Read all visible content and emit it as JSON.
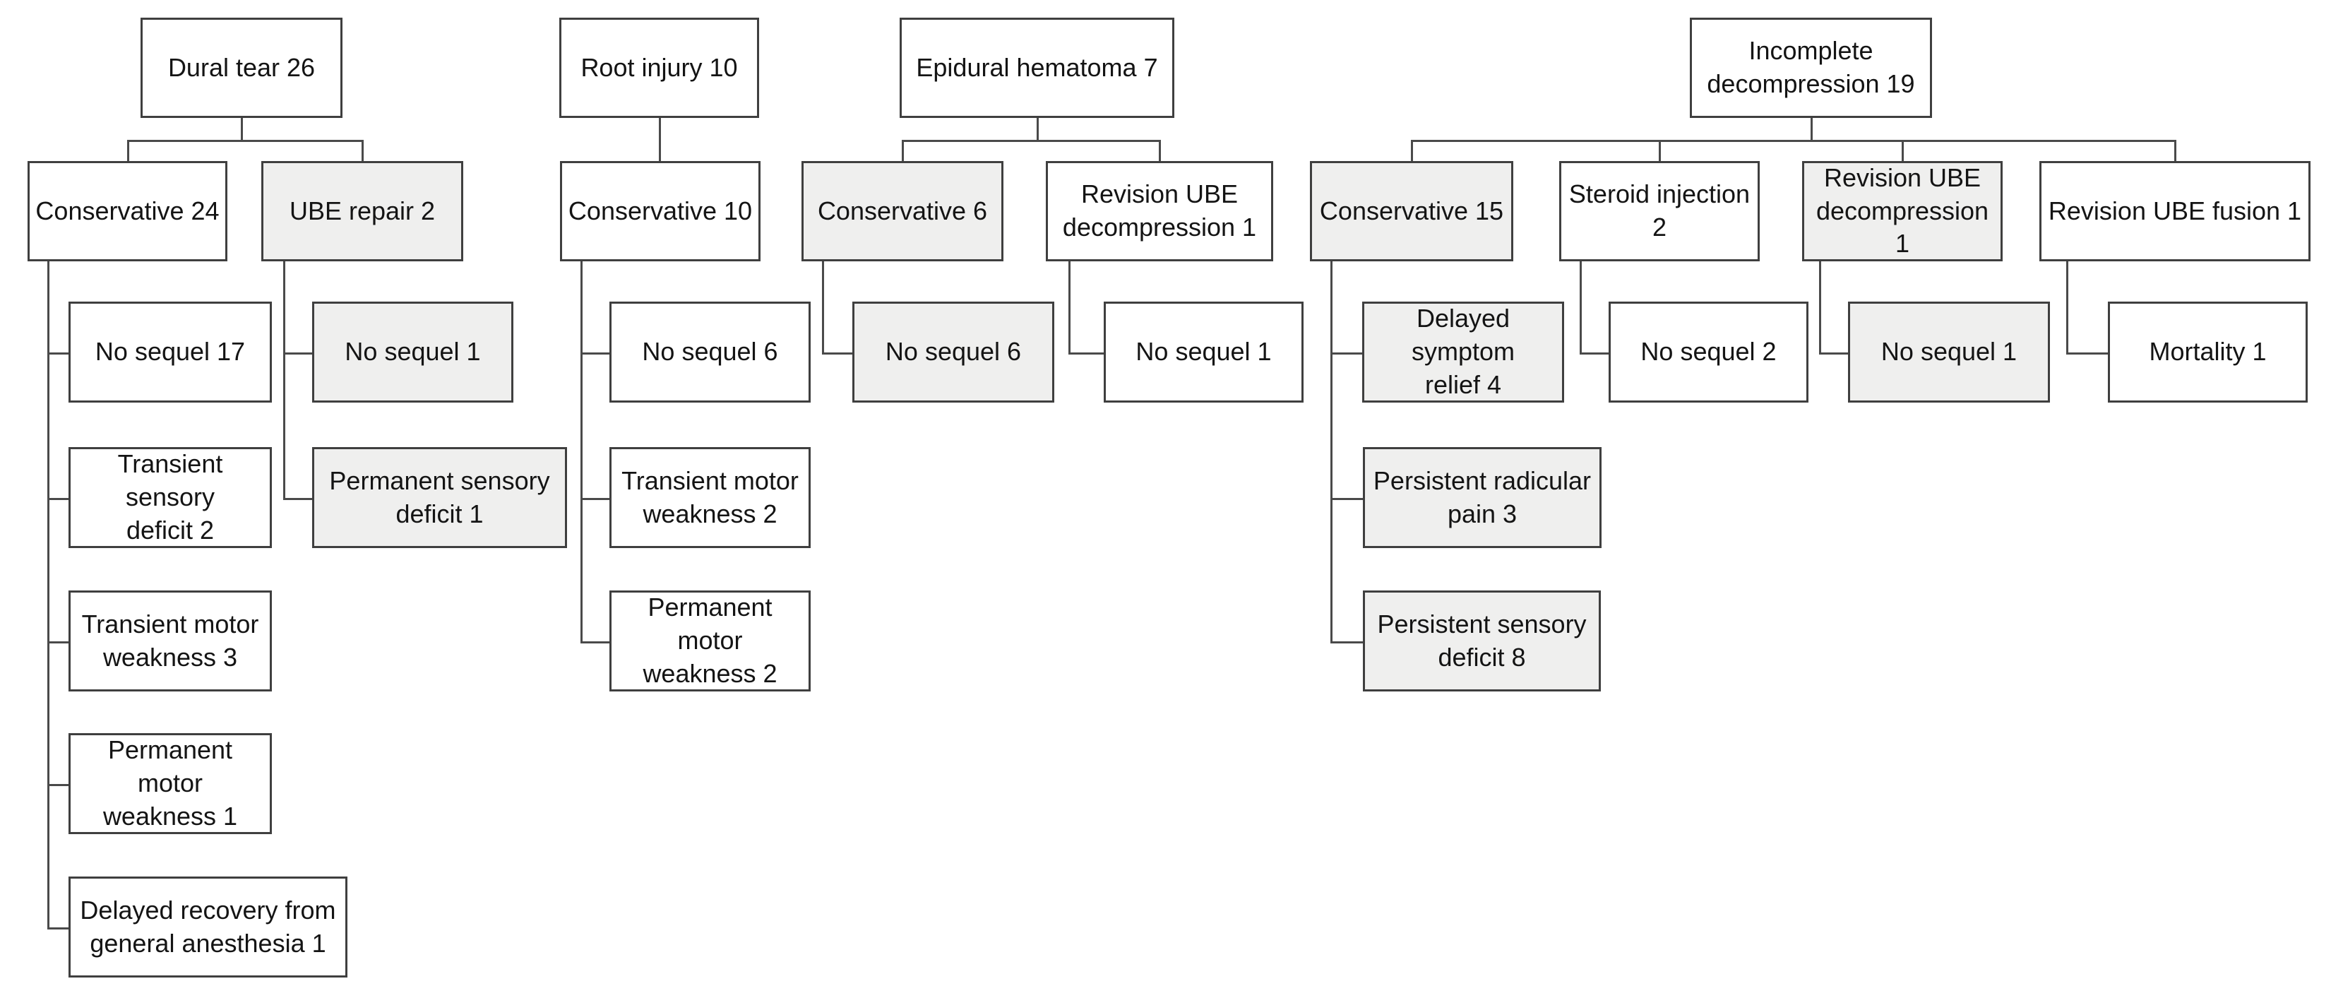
{
  "diagram": {
    "description": "Complication management flowchart",
    "colors": {
      "background": "#ffffff",
      "box_fill_white": "#ffffff",
      "box_fill_shaded": "#efefee",
      "box_border": "#3f3f3f",
      "connector": "#4a4a4a",
      "text": "#141414"
    },
    "groups": [
      {
        "root": {
          "label": "Dural tear 26",
          "shaded": false
        },
        "treatments": [
          {
            "label": "Conservative 24",
            "shaded": false,
            "outcomes": [
              {
                "label": "No sequel 17",
                "shaded": false
              },
              {
                "label": "Transient sensory\ndeficit 2",
                "shaded": false
              },
              {
                "label": "Transient motor\nweakness 3",
                "shaded": false
              },
              {
                "label": "Permanent motor\nweakness 1",
                "shaded": false
              },
              {
                "label": "Delayed recovery from\ngeneral anesthesia 1",
                "shaded": false
              }
            ]
          },
          {
            "label": "UBE repair 2",
            "shaded": true,
            "outcomes": [
              {
                "label": "No sequel 1",
                "shaded": true
              },
              {
                "label": "Permanent sensory\ndeficit 1",
                "shaded": true
              }
            ]
          }
        ]
      },
      {
        "root": {
          "label": "Root injury 10",
          "shaded": false
        },
        "treatments": [
          {
            "label": "Conservative 10",
            "shaded": false,
            "outcomes": [
              {
                "label": "No sequel 6",
                "shaded": false
              },
              {
                "label": "Transient motor\nweakness 2",
                "shaded": false
              },
              {
                "label": "Permanent motor\nweakness 2",
                "shaded": false
              }
            ]
          }
        ]
      },
      {
        "root": {
          "label": "Epidural hematoma 7",
          "shaded": false
        },
        "treatments": [
          {
            "label": "Conservative 6",
            "shaded": true,
            "outcomes": [
              {
                "label": "No sequel 6",
                "shaded": true
              }
            ]
          },
          {
            "label": "Revision UBE\ndecompression 1",
            "shaded": false,
            "outcomes": [
              {
                "label": "No sequel 1",
                "shaded": false
              }
            ]
          }
        ]
      },
      {
        "root": {
          "label": "Incomplete\ndecompression 19",
          "shaded": false
        },
        "treatments": [
          {
            "label": "Conservative 15",
            "shaded": true,
            "outcomes": [
              {
                "label": "Delayed symptom\nrelief 4",
                "shaded": true
              },
              {
                "label": "Persistent radicular\npain 3",
                "shaded": true
              },
              {
                "label": "Persistent sensory\ndeficit 8",
                "shaded": true
              }
            ]
          },
          {
            "label": "Steroid injection 2",
            "shaded": false,
            "outcomes": [
              {
                "label": "No sequel 2",
                "shaded": false
              }
            ]
          },
          {
            "label": "Revision UBE\ndecompression 1",
            "shaded": true,
            "outcomes": [
              {
                "label": "No sequel 1",
                "shaded": true
              }
            ]
          },
          {
            "label": "Revision UBE fusion 1",
            "shaded": false,
            "outcomes": [
              {
                "label": "Mortality 1",
                "shaded": false
              }
            ]
          }
        ]
      }
    ]
  }
}
